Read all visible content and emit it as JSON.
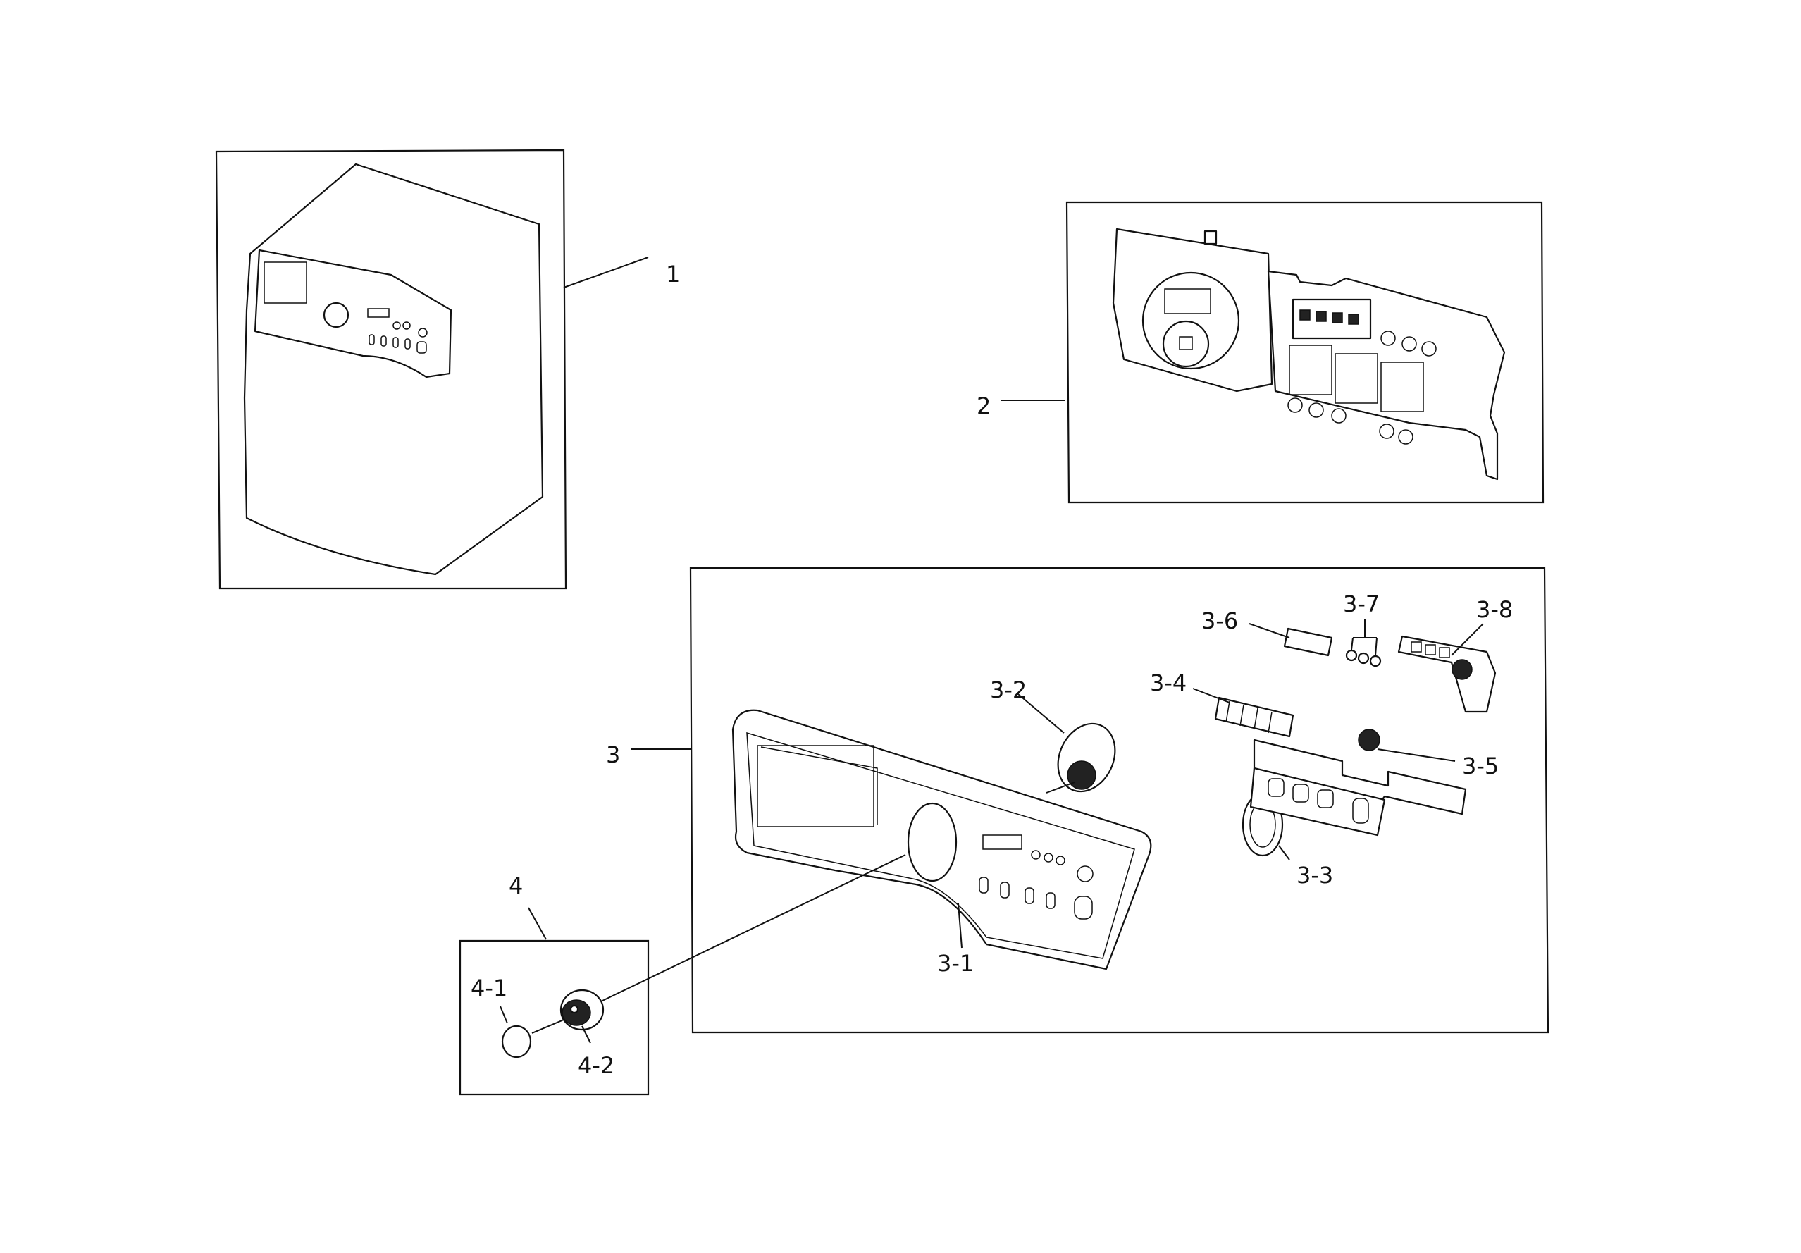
{
  "callouts": {
    "c1": "1",
    "c2": "2",
    "c3": "3",
    "c3_1": "3-1",
    "c3_2": "3-2",
    "c3_3": "3-3",
    "c3_4": "3-4",
    "c3_5": "3-5",
    "c3_6": "3-6",
    "c3_7": "3-7",
    "c3_8": "3-8",
    "c4": "4",
    "c4_1": "4-1",
    "c4_2": "4-2"
  }
}
